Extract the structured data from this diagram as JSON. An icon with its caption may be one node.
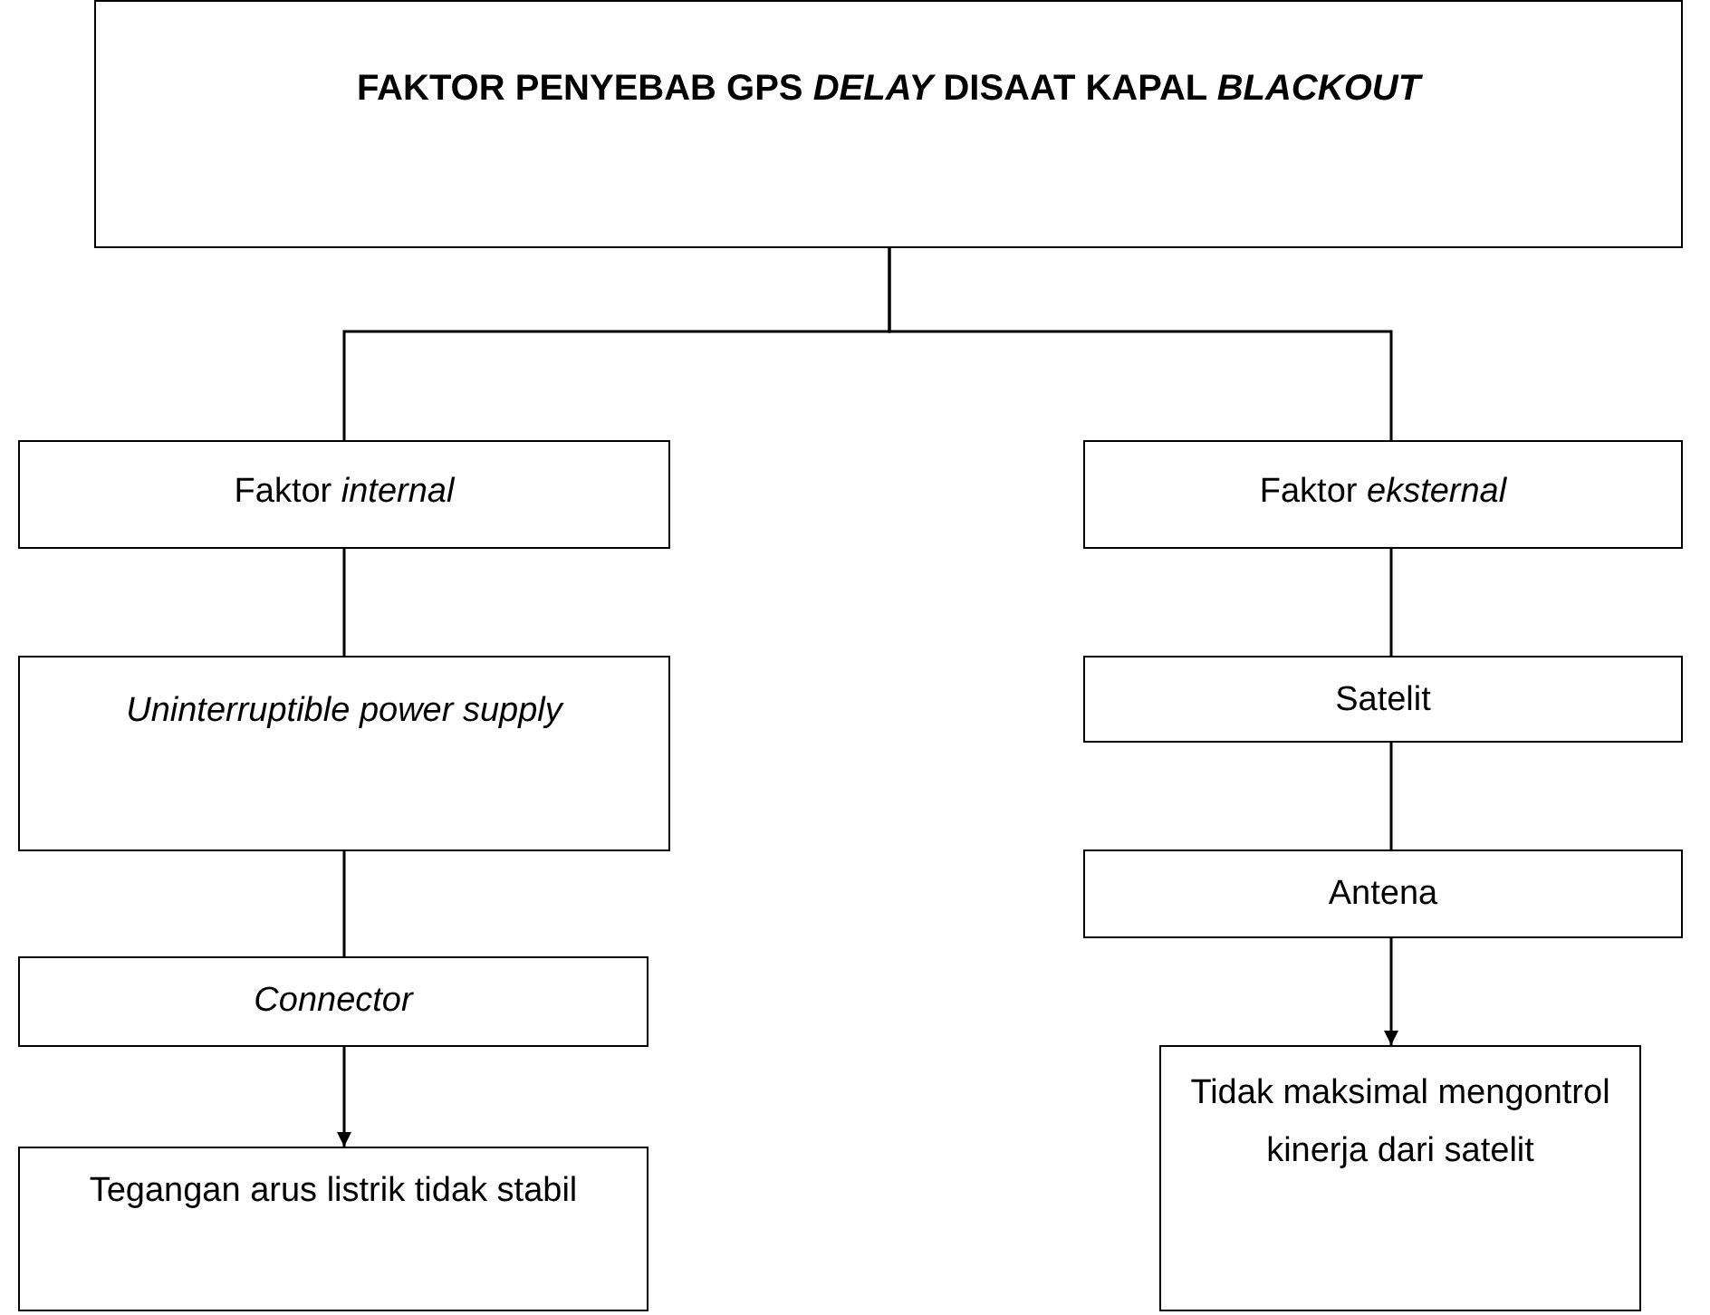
{
  "diagram": {
    "nodes": [
      {
        "text": [
          "FAKTOR PENYEBAB GPS *DELAY* DISAAT KAPAL *BLACKOUT*"
        ]
      },
      {
        "text": [
          "Faktor *internal*"
        ]
      },
      {
        "text": [
          "Uninterruptible power supply"
        ]
      },
      {
        "text": [
          "Connector"
        ]
      },
      {
        "text": [
          "Tegangan arus listrik tidak stabil"
        ]
      },
      {
        "text": [
          "Faktor *eksternal*"
        ]
      },
      {
        "text": [
          "Satelit"
        ]
      },
      {
        "text": [
          "Antena"
        ]
      },
      {
        "text": [
          "Tidak maksimal mengontrol kinerja dari satelit"
        ]
      }
    ],
    "edges": [
      {
        "from": 0,
        "to": 1,
        "arrow": "none"
      },
      {
        "from": 0,
        "to": 5,
        "arrow": "none"
      },
      {
        "from": 1,
        "to": 2,
        "arrow": "none"
      },
      {
        "from": 2,
        "to": 3,
        "arrow": "none"
      },
      {
        "from": 3,
        "to": 4,
        "arrow": "to"
      },
      {
        "from": 5,
        "to": 6,
        "arrow": "none"
      },
      {
        "from": 6,
        "to": 7,
        "arrow": "none"
      },
      {
        "from": 7,
        "to": 8,
        "arrow": "to"
      }
    ]
  }
}
